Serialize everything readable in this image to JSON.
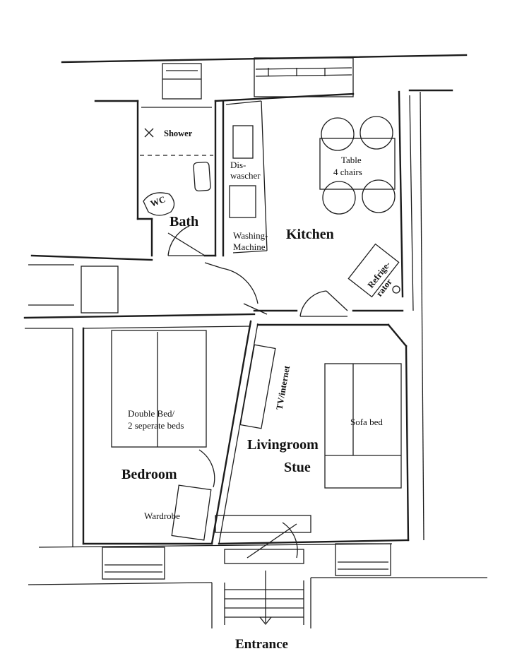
{
  "rooms": {
    "bath": "Bath",
    "kitchen": "Kitchen",
    "bedroom": "Bedroom",
    "livingroom": "Livingroom",
    "stue": "Stue",
    "entrance": "Entrance"
  },
  "fixtures": {
    "shower": "Shower",
    "wc": "WC",
    "dishwasher_line1": "Dis-",
    "dishwasher_line2": "wascher",
    "washing_line1": "Washing-",
    "washing_line2": "Machine",
    "table_line1": "Table",
    "table_line2": "4 chairs",
    "fridge_line1": "Refrige-",
    "fridge_line2": "rator",
    "bed_line1": "Double Bed/",
    "bed_line2": "2 seperate beds",
    "tv": "TV/internet",
    "sofa": "Sofa bed",
    "wardrobe": "Wardrobe"
  }
}
